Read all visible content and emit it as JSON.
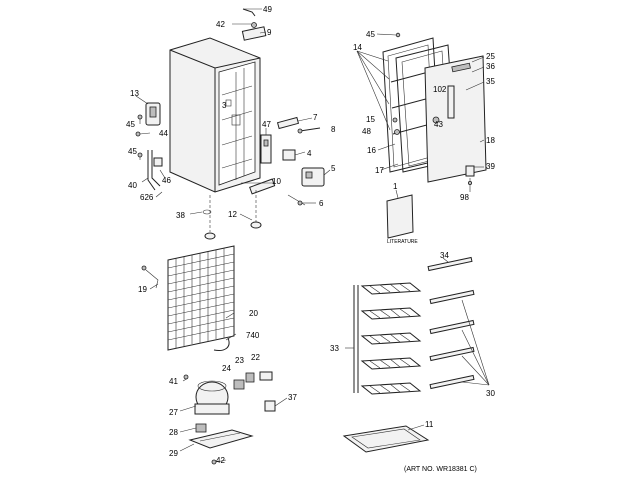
{
  "art_number": "(ART NO. WR18381 C)",
  "literature_text": "LITERATURE",
  "callouts": [
    {
      "id": "c49",
      "text": "49"
    },
    {
      "id": "c42a",
      "text": "42"
    },
    {
      "id": "c9",
      "text": "9"
    },
    {
      "id": "c13",
      "text": "13"
    },
    {
      "id": "c45a",
      "text": "45"
    },
    {
      "id": "c44",
      "text": "44"
    },
    {
      "id": "c45b",
      "text": "45"
    },
    {
      "id": "c40",
      "text": "40"
    },
    {
      "id": "c46",
      "text": "46"
    },
    {
      "id": "c626",
      "text": "626"
    },
    {
      "id": "c3",
      "text": "3"
    },
    {
      "id": "c47",
      "text": "47"
    },
    {
      "id": "c7",
      "text": "7"
    },
    {
      "id": "c8",
      "text": "8"
    },
    {
      "id": "c4",
      "text": "4"
    },
    {
      "id": "c5",
      "text": "5"
    },
    {
      "id": "c6",
      "text": "6"
    },
    {
      "id": "c10",
      "text": "10"
    },
    {
      "id": "c38",
      "text": "38"
    },
    {
      "id": "c12",
      "text": "12"
    },
    {
      "id": "c19",
      "text": "19"
    },
    {
      "id": "c20",
      "text": "20"
    },
    {
      "id": "c740",
      "text": "740"
    },
    {
      "id": "c41",
      "text": "41"
    },
    {
      "id": "c24",
      "text": "24"
    },
    {
      "id": "c23",
      "text": "23"
    },
    {
      "id": "c22",
      "text": "22"
    },
    {
      "id": "c27",
      "text": "27"
    },
    {
      "id": "c37",
      "text": "37"
    },
    {
      "id": "c28",
      "text": "28"
    },
    {
      "id": "c29",
      "text": "29"
    },
    {
      "id": "c42b",
      "text": "42"
    },
    {
      "id": "c45c",
      "text": "45"
    },
    {
      "id": "c14",
      "text": "14"
    },
    {
      "id": "c25",
      "text": "25"
    },
    {
      "id": "c36",
      "text": "36"
    },
    {
      "id": "c35",
      "text": "35"
    },
    {
      "id": "c102",
      "text": "102"
    },
    {
      "id": "c15",
      "text": "15"
    },
    {
      "id": "c43",
      "text": "43"
    },
    {
      "id": "c48",
      "text": "48"
    },
    {
      "id": "c18",
      "text": "18"
    },
    {
      "id": "c16",
      "text": "16"
    },
    {
      "id": "c17",
      "text": "17"
    },
    {
      "id": "c39",
      "text": "39"
    },
    {
      "id": "c1",
      "text": "1"
    },
    {
      "id": "c98",
      "text": "98"
    },
    {
      "id": "c34",
      "text": "34"
    },
    {
      "id": "c33",
      "text": "33"
    },
    {
      "id": "c30",
      "text": "30"
    },
    {
      "id": "c11",
      "text": "11"
    }
  ]
}
